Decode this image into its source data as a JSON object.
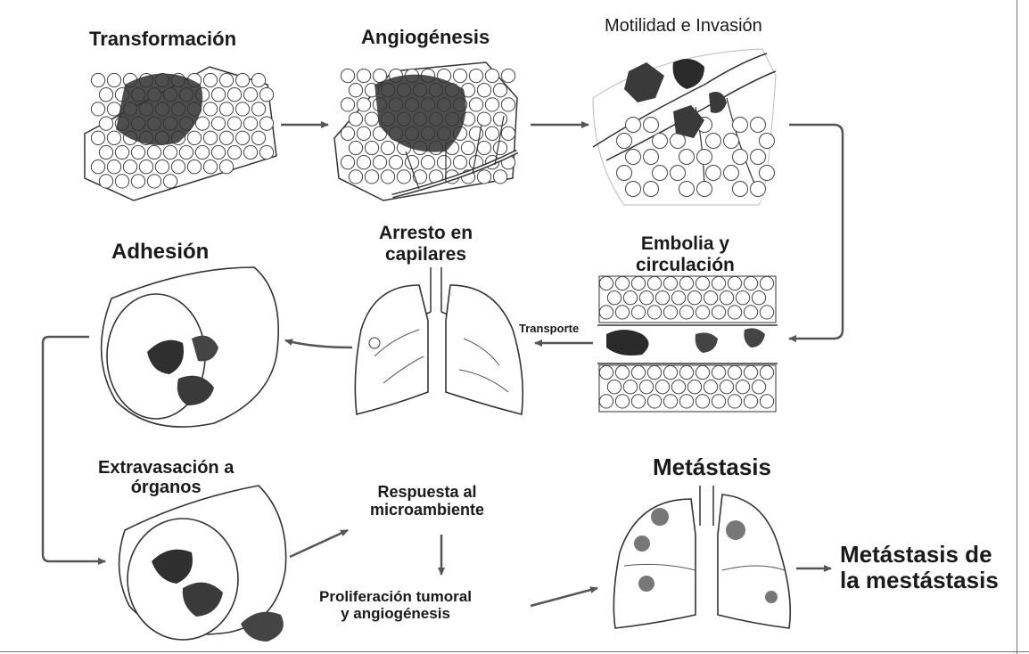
{
  "stages": {
    "transformacion": "Transformación",
    "angiogenesis": "Angiogénesis",
    "motilidad": "Motilidad e Invasión",
    "embolia_line1": "Embolia y",
    "embolia_line2": "circulación",
    "arresto_line1": "Arresto en",
    "arresto_line2": "capilares",
    "adhesion": "Adhesión",
    "extravasacion_line1": "Extravasación a",
    "extravasacion_line2": "órganos",
    "respuesta_line1": "Respuesta al",
    "respuesta_line2": "microambiente",
    "proliferacion_line1": "Proliferación tumoral",
    "proliferacion_line2": "y angiogénesis",
    "metastasis": "Metástasis",
    "metastasis_final_line1": "Metástasis de",
    "metastasis_final_line2": "la mestástasis"
  },
  "labels": {
    "transporte": "Transporte"
  },
  "colors": {
    "ink": "#1a1a1a",
    "arrow": "#555555",
    "tumor": "#333333",
    "background": "#ffffff"
  }
}
